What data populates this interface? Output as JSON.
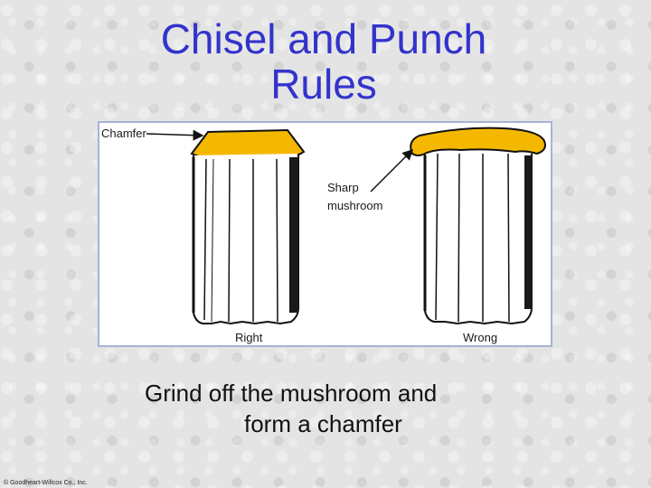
{
  "title": {
    "line1": "Chisel and Punch",
    "line2": "Rules"
  },
  "figure": {
    "label_chamfer": "Chamfer",
    "label_sharp": "Sharp",
    "label_mushroom": "mushroom",
    "label_right": "Right",
    "label_wrong": "Wrong"
  },
  "caption": {
    "line1": "Grind off the mushroom and",
    "line2": "form a chamfer"
  },
  "copyright": "© Goodheart-Willcox Co., Inc.",
  "colors": {
    "title": "#3333cc",
    "head_fill": "#f5b800",
    "frame_border": "#a7b3d6"
  }
}
